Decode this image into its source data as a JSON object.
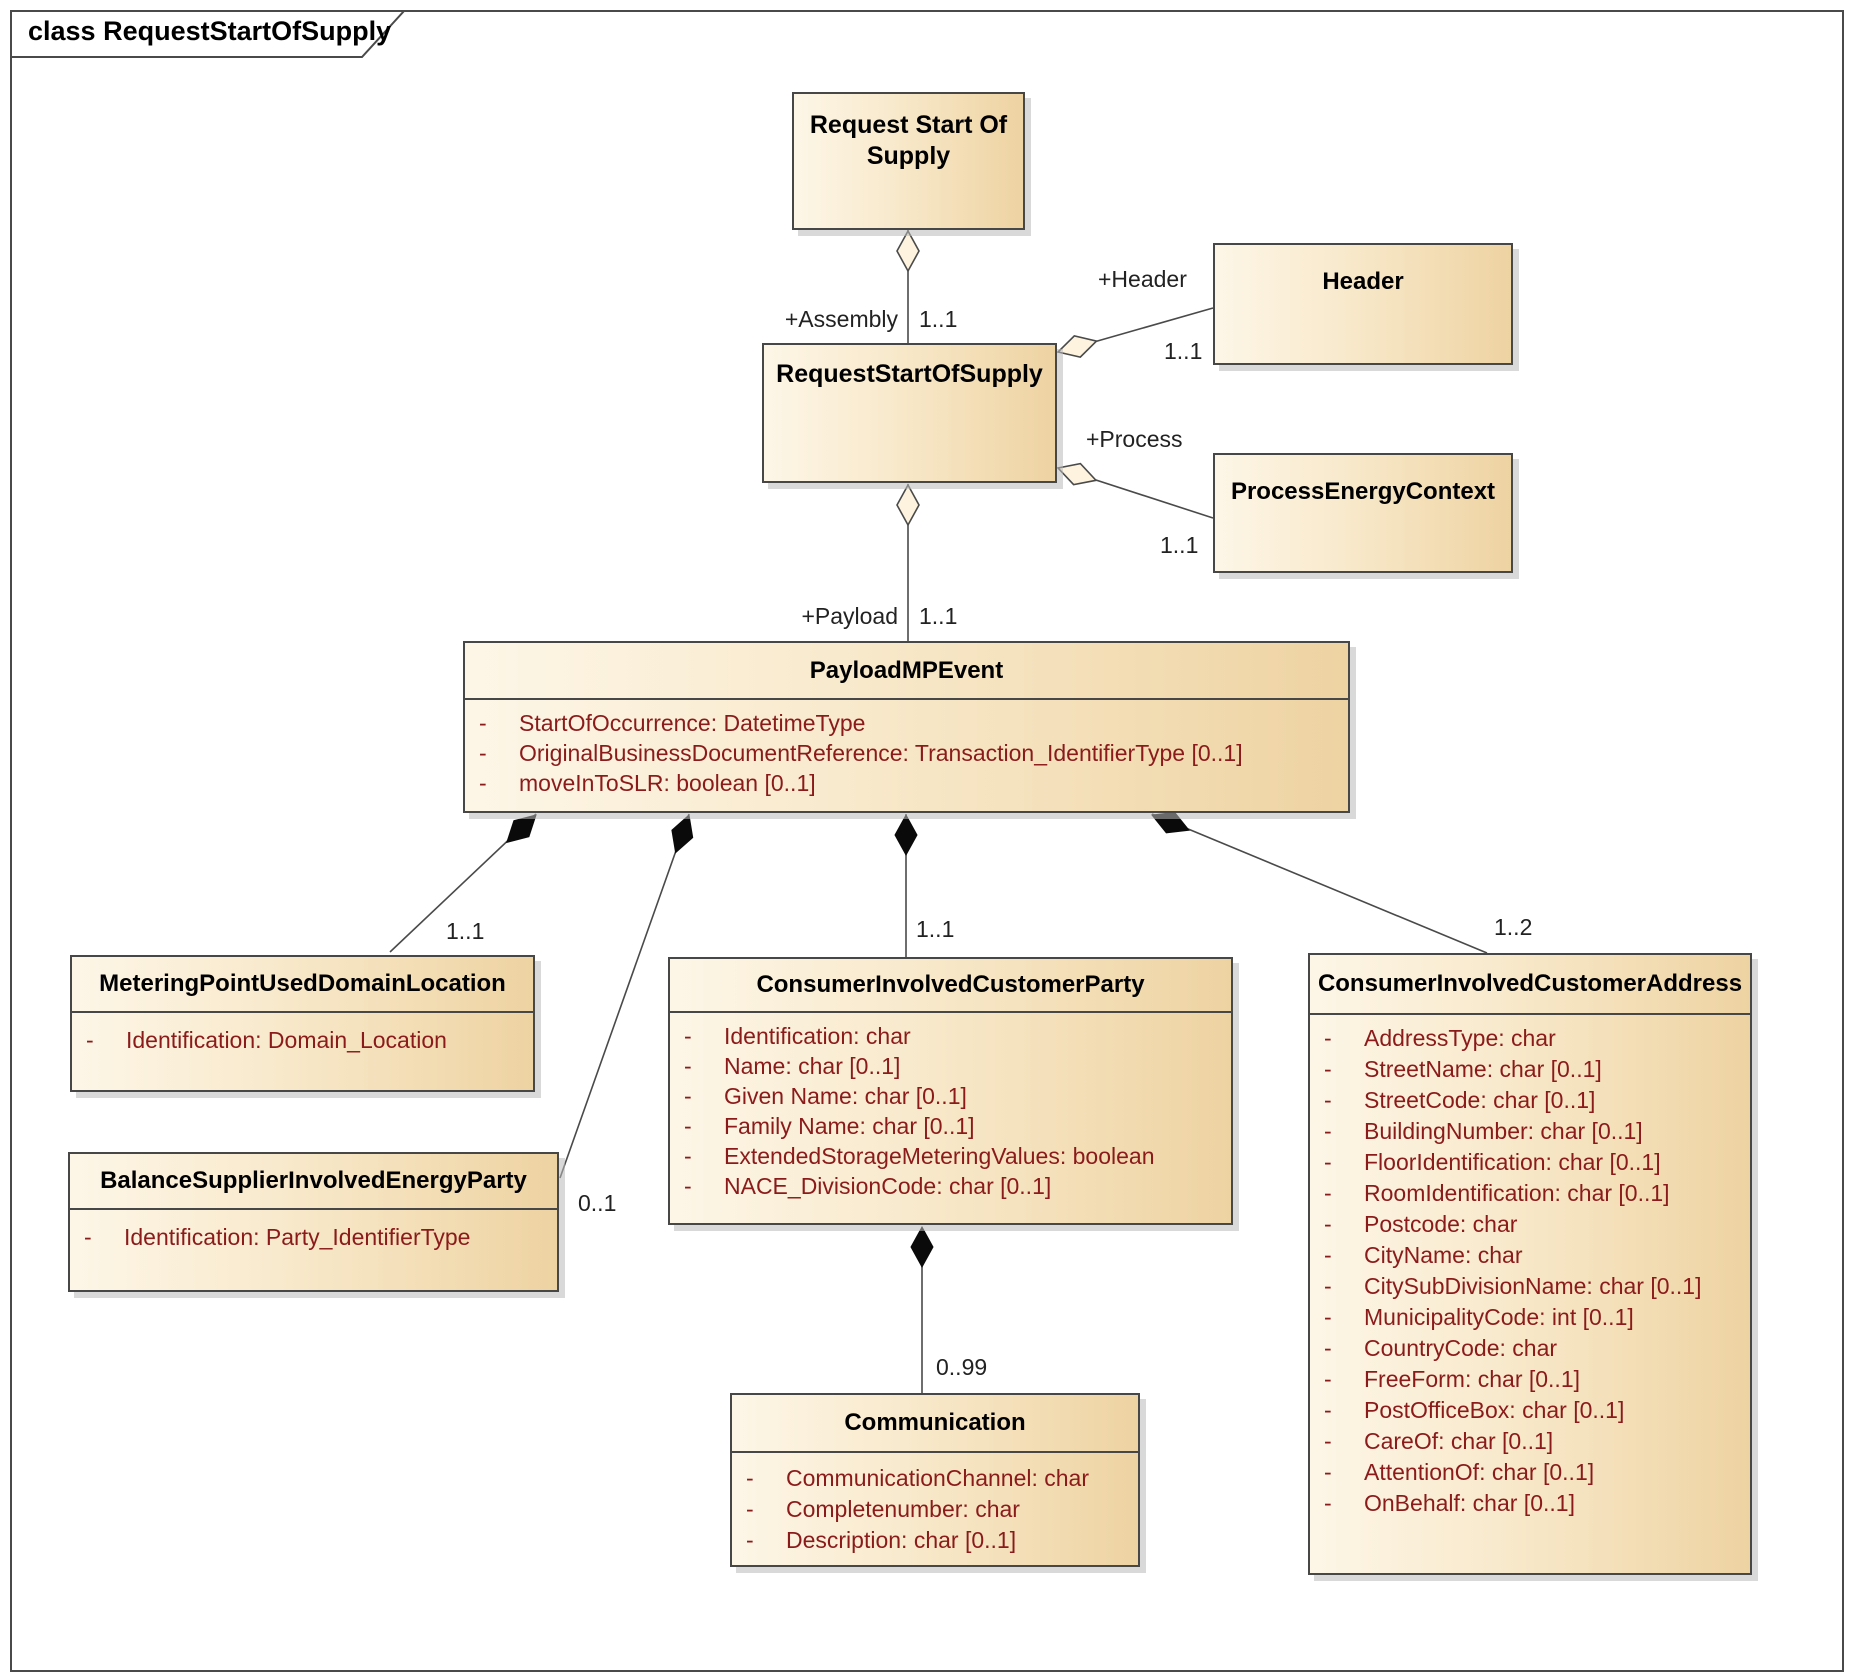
{
  "diagram": {
    "title": "class RequestStartOfSupply"
  },
  "uml": {
    "private_marker": "-"
  },
  "colors": {
    "box_fill_light": "#fdf6e7",
    "box_fill_dark": "#eed3a2",
    "box_border": "#474747",
    "attribute_text": "#8b1b1b",
    "shadow": "#b9b9b9",
    "connector": "#4a4a4a"
  },
  "classes": {
    "request_start_of_supply_artifact": {
      "name": "Request Start Of Supply"
    },
    "request_start_of_supply": {
      "name": "RequestStartOfSupply"
    },
    "header": {
      "name": "Header"
    },
    "process_energy_context": {
      "name": "ProcessEnergyContext"
    },
    "payload_mp_event": {
      "name": "PayloadMPEvent",
      "attributes": [
        "StartOfOccurrence: DatetimeType",
        "OriginalBusinessDocumentReference: Transaction_IdentifierType [0..1]",
        "moveInToSLR: boolean [0..1]"
      ]
    },
    "metering_point_used_domain_location": {
      "name": "MeteringPointUsedDomainLocation",
      "attributes": [
        "Identification: Domain_Location"
      ]
    },
    "balance_supplier_involved_energy_party": {
      "name": "BalanceSupplierInvolvedEnergyParty",
      "attributes": [
        "Identification: Party_IdentifierType"
      ]
    },
    "consumer_involved_customer_party": {
      "name": "ConsumerInvolvedCustomerParty",
      "attributes": [
        "Identification: char",
        "Name: char [0..1]",
        "Given Name: char [0..1]",
        "Family Name: char [0..1]",
        "ExtendedStorageMeteringValues: boolean",
        "NACE_DivisionCode: char [0..1]"
      ]
    },
    "consumer_involved_customer_address": {
      "name": "ConsumerInvolvedCustomerAddress",
      "attributes": [
        "AddressType: char",
        "StreetName: char [0..1]",
        "StreetCode: char [0..1]",
        "BuildingNumber: char [0..1]",
        "FloorIdentification: char [0..1]",
        "RoomIdentification: char [0..1]",
        "Postcode: char",
        "CityName: char",
        "CitySubDivisionName: char [0..1]",
        "MunicipalityCode: int [0..1]",
        "CountryCode: char",
        "FreeForm: char [0..1]",
        "PostOfficeBox: char [0..1]",
        "CareOf: char [0..1]",
        "AttentionOf: char [0..1]",
        "OnBehalf: char [0..1]"
      ]
    },
    "communication": {
      "name": "Communication",
      "attributes": [
        "CommunicationChannel: char",
        "Completenumber: char",
        "Description: char [0..1]"
      ]
    }
  },
  "connectors": {
    "assembly": {
      "role": "+Assembly",
      "multiplicity": "1..1"
    },
    "header": {
      "role": "+Header",
      "multiplicity": "1..1"
    },
    "process": {
      "role": "+Process",
      "multiplicity": "1..1"
    },
    "payload": {
      "role": "+Payload",
      "multiplicity": "1..1"
    },
    "metering_point": {
      "multiplicity": "1..1"
    },
    "balance_supplier": {
      "multiplicity": "0..1"
    },
    "consumer_party": {
      "multiplicity": "1..1"
    },
    "consumer_address": {
      "multiplicity": "1..2"
    },
    "communication": {
      "multiplicity": "0..99"
    }
  }
}
